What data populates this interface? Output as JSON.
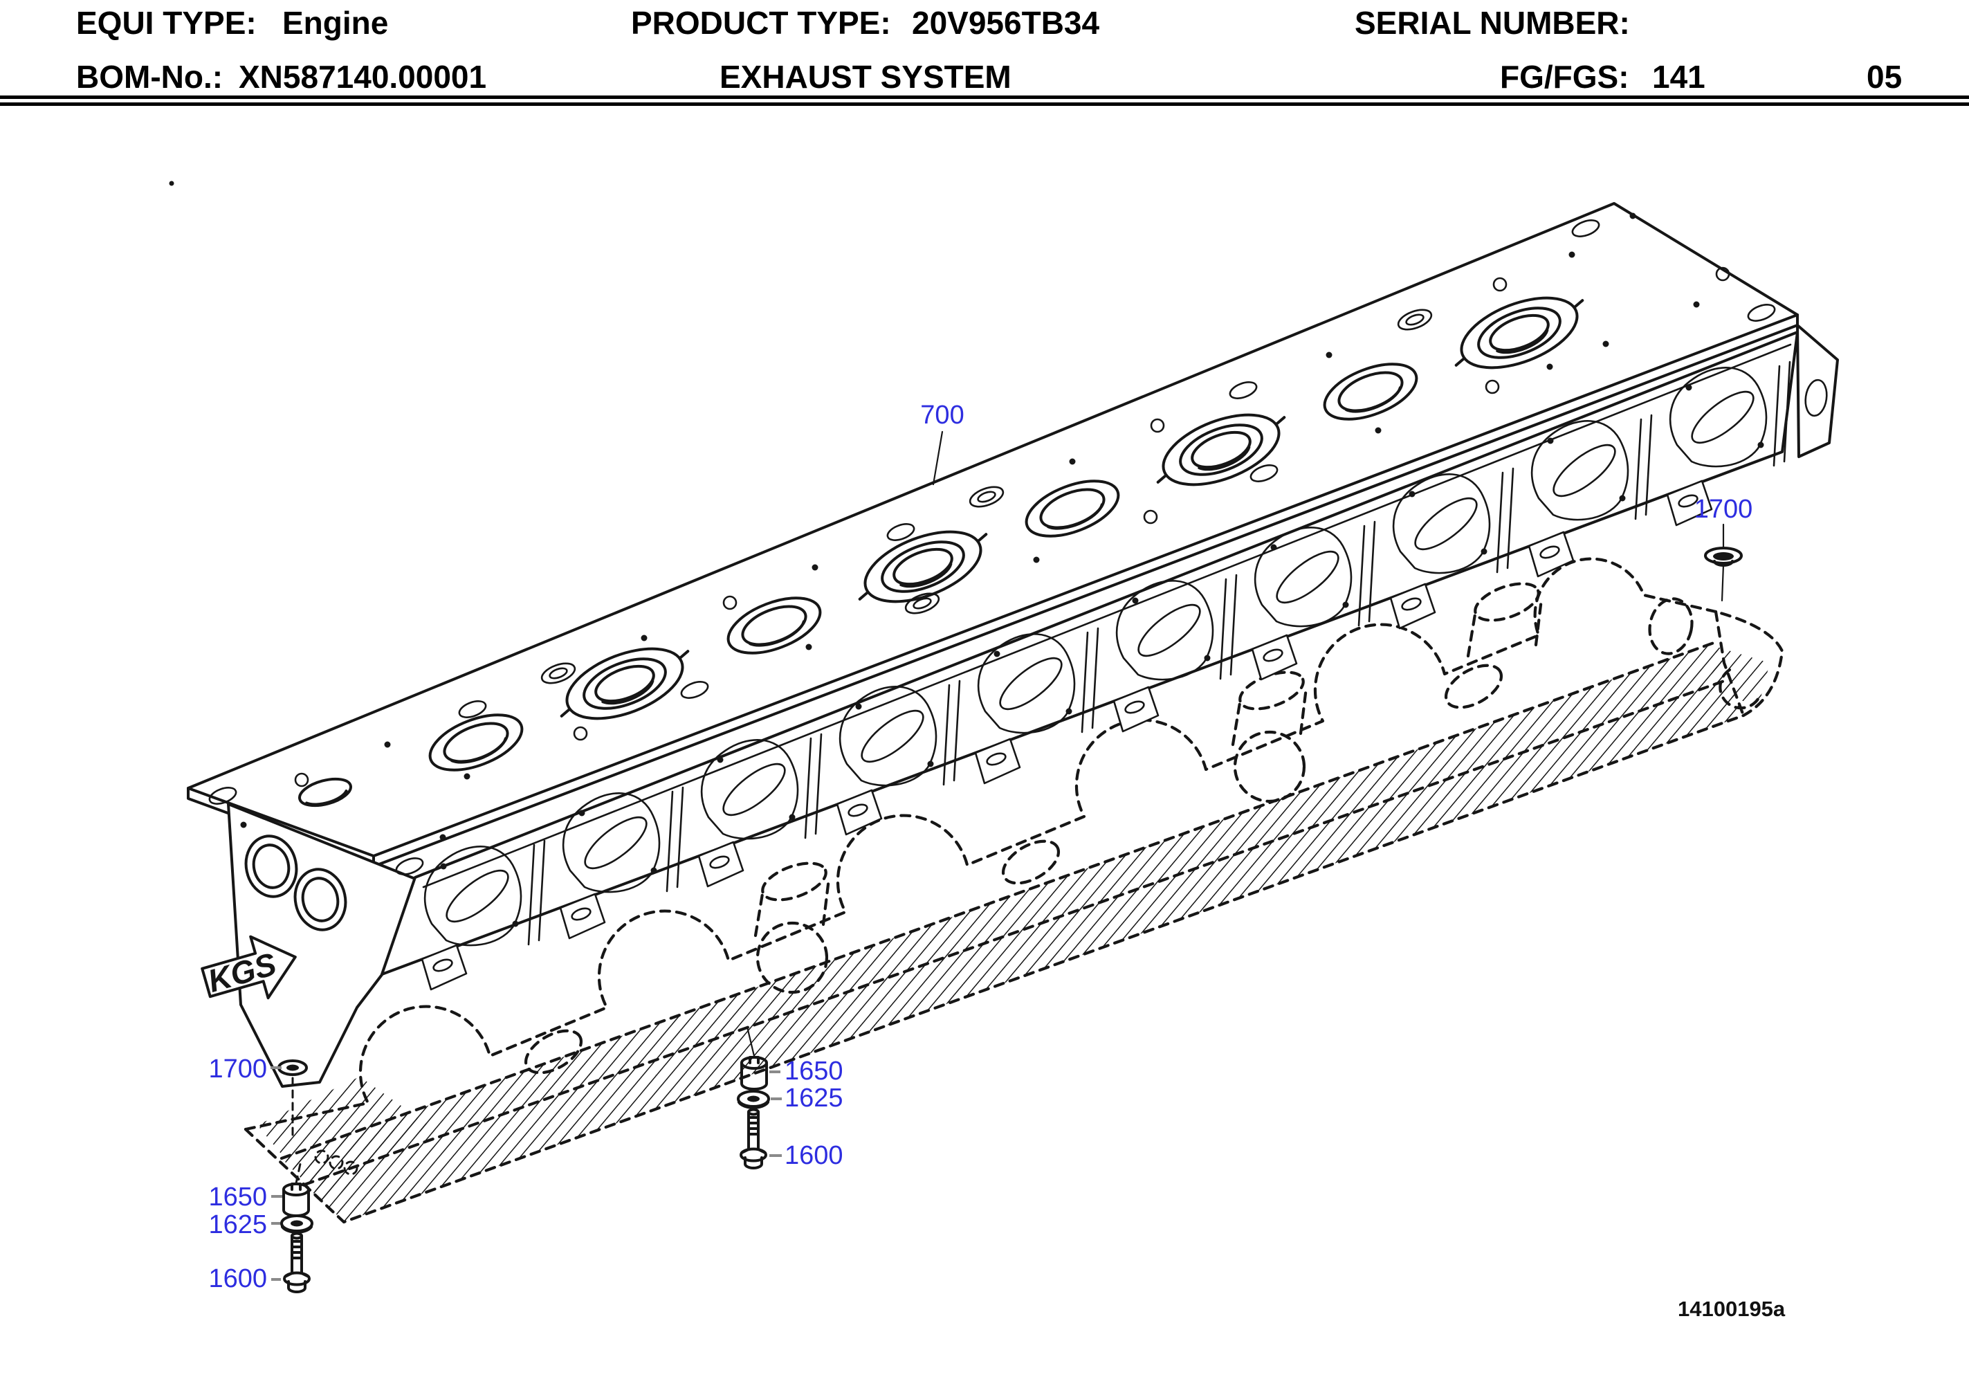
{
  "header": {
    "equi_type_label": "EQUI TYPE:",
    "equi_type_value": "Engine",
    "product_type_label": "PRODUCT TYPE:",
    "product_type_value": "20V956TB34",
    "serial_number_label": "SERIAL NUMBER:",
    "serial_number_value": "",
    "bom_label": "BOM-No.:",
    "bom_value": "XN587140.00001",
    "system_title": "EXHAUST SYSTEM",
    "fg_label": "FG/FGS:",
    "fg_value": "141",
    "sheet_no": "05"
  },
  "diagram": {
    "kgs_arrow_label": "KGS",
    "figure_number": "14100195a",
    "callout_color": "#2d2de0",
    "callouts": {
      "housing": "700",
      "plug_right": "1700",
      "grommet_left": "1700",
      "bushing_left": "1650",
      "washer_left": "1625",
      "bolt_left": "1600",
      "bushing_mid": "1650",
      "washer_mid": "1625",
      "bolt_mid": "1600"
    }
  }
}
